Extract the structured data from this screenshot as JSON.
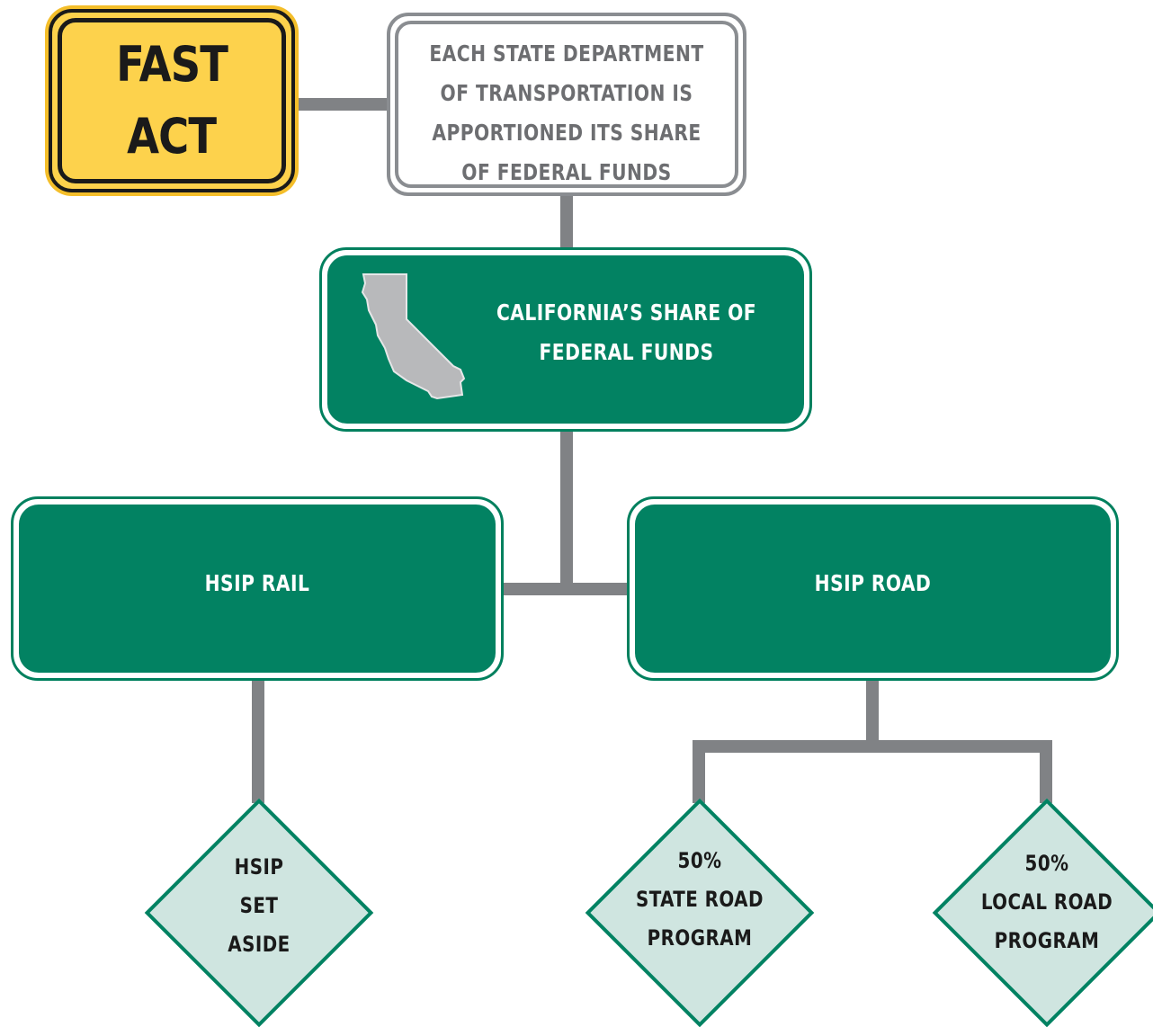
{
  "fast_act": {
    "line1": "FAST",
    "line2": "ACT"
  },
  "state_dot_box": {
    "lines": [
      "EACH STATE DEPARTMENT",
      "OF TRANSPORTATION IS",
      "APPORTIONED ITS SHARE",
      "OF FEDERAL FUNDS"
    ]
  },
  "california_box": {
    "lines": [
      "CALIFORNIA’S SHARE OF",
      "FEDERAL FUNDS"
    ],
    "icon": "california-map-icon"
  },
  "hsip_rail": {
    "label": "HSIP RAIL"
  },
  "hsip_road": {
    "label": "HSIP ROAD"
  },
  "set_aside": {
    "lines": [
      "HSIP",
      "SET",
      "ASIDE"
    ]
  },
  "state_road": {
    "lines": [
      "50%",
      "STATE ROAD",
      "PROGRAM"
    ]
  },
  "local_road": {
    "lines": [
      "50%",
      "LOCAL ROAD",
      "PROGRAM"
    ]
  },
  "colors": {
    "sign_yellow": "#fdd24c",
    "highway_green": "#028262",
    "diamond_fill": "#cfe5e0",
    "connector_gray": "#808285",
    "text_gray": "#6d6e71"
  }
}
